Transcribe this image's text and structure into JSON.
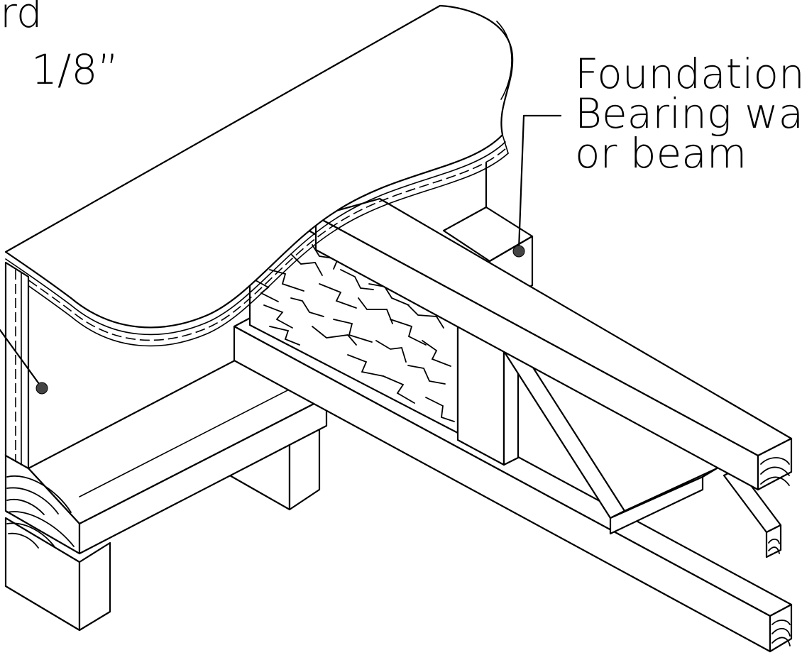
{
  "labels": {
    "top_left_line1": "rd",
    "top_left_line2": "1/8”",
    "right_line1": "Foundation",
    "right_line2": "Bearing  wa",
    "right_line3": "or  beam"
  },
  "colors": {
    "line": "#000000",
    "background": "#ffffff",
    "callout_dot": "#444444"
  }
}
